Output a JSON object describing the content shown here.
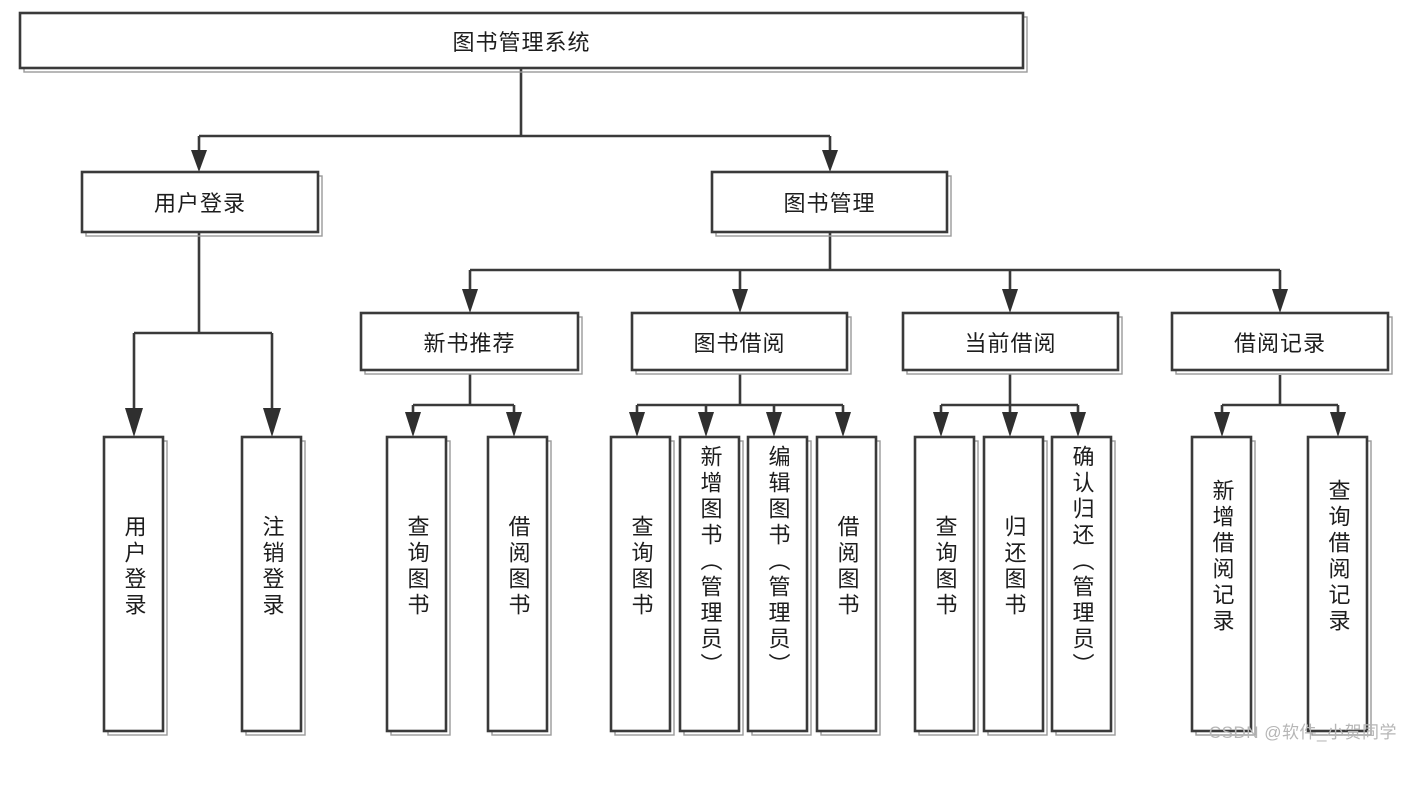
{
  "diagram": {
    "title": "图书管理系统",
    "type": "tree-hierarchy-diagram",
    "orientation": "top-down",
    "colors": {
      "box_stroke": "#3a3a3a",
      "box_fill": "#ffffff",
      "link_stroke": "#3a3a3a",
      "text": "#1d1d1d",
      "watermark": "#b6b6b6",
      "background": "#ffffff"
    },
    "root": {
      "label": "图书管理系统"
    },
    "level2": [
      {
        "label": "用户登录"
      },
      {
        "label": "图书管理"
      }
    ],
    "level3": [
      {
        "label": "新书推荐"
      },
      {
        "label": "图书借阅"
      },
      {
        "label": "当前借阅"
      },
      {
        "label": "借阅记录"
      }
    ],
    "leaves": {
      "user_login": [
        {
          "label": "用户登录"
        },
        {
          "label": "注销登录"
        }
      ],
      "new_book_recommend": [
        {
          "label": "查询图书"
        },
        {
          "label": "借阅图书"
        }
      ],
      "book_borrow": [
        {
          "label": "查询图书"
        },
        {
          "label": "新增图书（管理员）"
        },
        {
          "label": "编辑图书（管理员）"
        },
        {
          "label": "借阅图书"
        }
      ],
      "current_borrow": [
        {
          "label": "查询图书"
        },
        {
          "label": "归还图书"
        },
        {
          "label": "确认归还（管理员）"
        }
      ],
      "borrow_records": [
        {
          "label": "新增借阅记录"
        },
        {
          "label": "查询借阅记录"
        }
      ]
    },
    "watermark": "CSDN @软件_小贺同学"
  }
}
